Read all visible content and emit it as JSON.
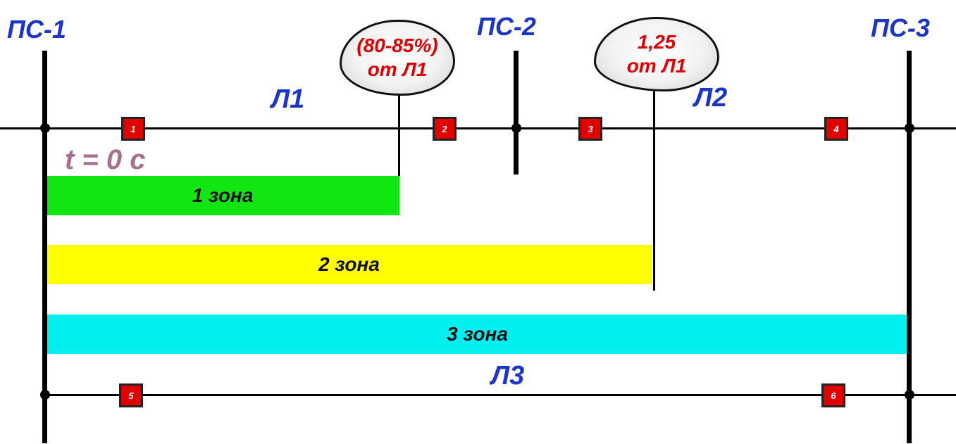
{
  "substations": {
    "ps1": "ПС-1",
    "ps2": "ПС-2",
    "ps3": "ПС-3"
  },
  "lines": {
    "l1": "Л1",
    "l2": "Л2",
    "l3": "Л3"
  },
  "breakers": [
    "1",
    "2",
    "3",
    "4",
    "5",
    "6"
  ],
  "zones": {
    "zone1": "1 зона",
    "zone2": "2 зона",
    "zone3": "3 зона"
  },
  "callouts": {
    "reach1": {
      "line1": "(80-85%)",
      "line2": "от Л1"
    },
    "reach2": {
      "line1": "1,25",
      "line2": "от Л1"
    }
  },
  "time_label": "t = 0 с",
  "colors": {
    "zone1": "#12e612",
    "zone2": "#ffff00",
    "zone3": "#00f0f0",
    "breaker": "#e00000",
    "label_blue": "#1a35c8",
    "callout_text": "#e00000",
    "time_text": "#a7708f"
  }
}
